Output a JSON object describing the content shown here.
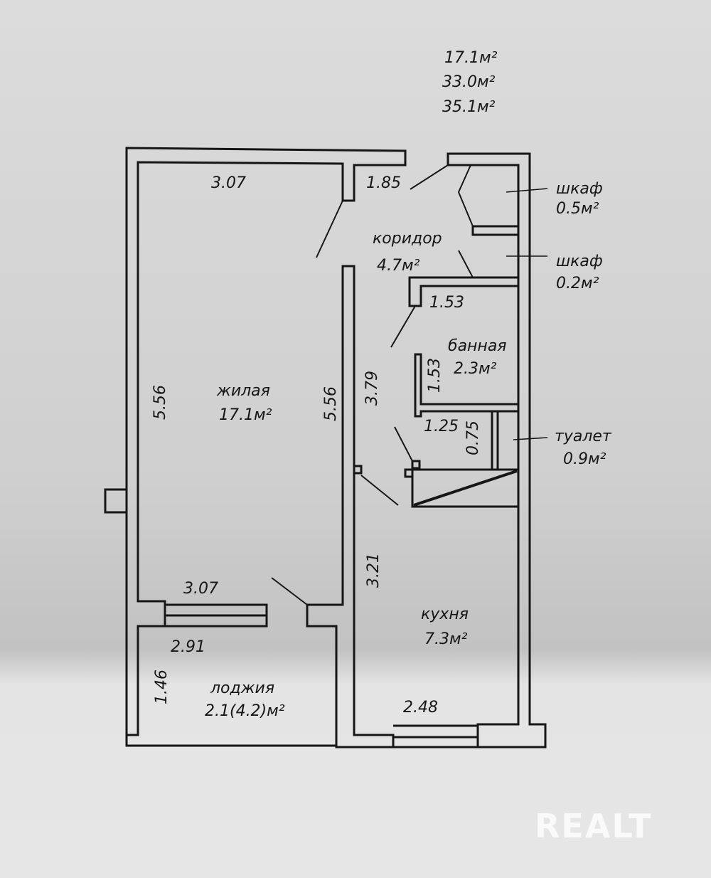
{
  "summary": {
    "living_area": "17.1м²",
    "total_area": "33.0м²",
    "total_with_loggia": "35.1м²"
  },
  "rooms": [
    {
      "id": "living",
      "name": "жилая",
      "area": "17.1м²"
    },
    {
      "id": "corridor",
      "name": "коридор",
      "area": "4.7м²"
    },
    {
      "id": "wardrobe1",
      "name": "шкаф",
      "area": "0.5м²"
    },
    {
      "id": "wardrobe2",
      "name": "шкаф",
      "area": "0.2м²"
    },
    {
      "id": "bathroom",
      "name": "банная",
      "area": "2.3м²"
    },
    {
      "id": "toilet",
      "name": "туалет",
      "area": "0.9м²"
    },
    {
      "id": "kitchen",
      "name": "кухня",
      "area": "7.3м²"
    },
    {
      "id": "loggia",
      "name": "лоджия",
      "area": "2.1(4.2)м²"
    }
  ],
  "dimensions": {
    "living_top": "3.07",
    "corridor_top": "1.85",
    "living_left": "5.56",
    "living_right": "5.56",
    "corridor_side": "3.79",
    "bath_top": "1.53",
    "bath_side": "1.53",
    "toilet_width": "1.25",
    "toilet_depth": "0.75",
    "kitchen_side": "3.21",
    "living_bottom": "3.07",
    "loggia_width": "2.91",
    "loggia_depth": "1.46",
    "kitchen_bottom": "2.48"
  },
  "watermark": "REALT",
  "colors": {
    "paper": "#d4d4d4",
    "ink": "#161616"
  }
}
